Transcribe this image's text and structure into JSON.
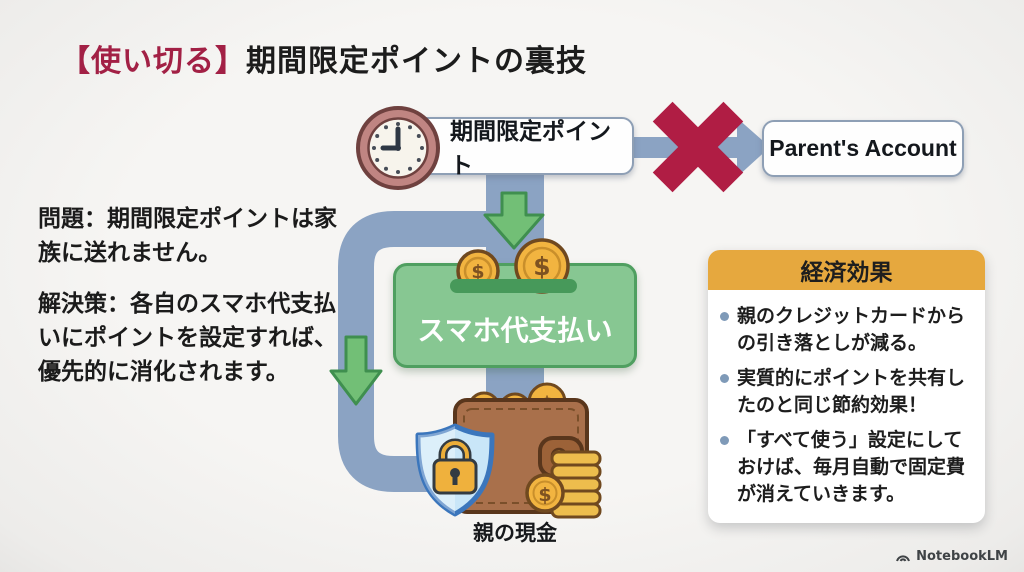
{
  "title": {
    "highlight": "【使い切る】",
    "main": "期間限定ポイントの裏技"
  },
  "flow": {
    "source": {
      "label": "期間限定ポイント",
      "icon": "clock-icon"
    },
    "blocked_target": {
      "label": "Parent's Account",
      "icon": "cross-icon"
    },
    "payment": {
      "label": "スマホ代支払い",
      "icon": "coin-slot-icon"
    },
    "cash": {
      "label": "親の現金",
      "icon": "wallet-shield-lock-icon"
    }
  },
  "notes": {
    "problem_label": "問題：",
    "problem_text": "期間限定ポイントは家族に送れません。",
    "solution_label": "解決策：",
    "solution_text": "各自のスマホ代支払いにポイントを設定すれば、優先的に消化されます。"
  },
  "benefits": {
    "title": "経済効果",
    "items": [
      "親のクレジットカードからの引き落としが減る。",
      "実質的にポイントを共有したのと同じ節約効果！",
      "「すべて使う」設定にしておけば、毎月自動で固定費が消えていきます。"
    ]
  },
  "symbols": {
    "dollar": "$"
  },
  "footer": {
    "brand": "NotebookLM"
  },
  "colors": {
    "title_accent": "#a22045",
    "cross": "#b01d44",
    "pipe": "#8ba3c3",
    "arrow_green": "#72bf76",
    "arrow_green_border": "#3f8f4f",
    "payment_box": "#87c792",
    "payment_box_border": "#4f9f60",
    "panel_header": "#e6a83e",
    "bullet_dot": "#7f9ab8",
    "coin_gold": "#f2b440",
    "wallet_brown": "#a9704b",
    "shield_blue": "#c9e6f8"
  }
}
